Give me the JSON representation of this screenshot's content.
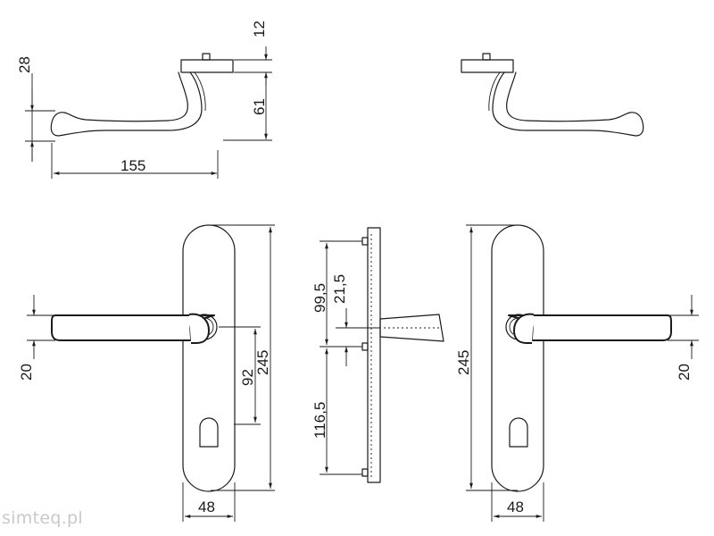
{
  "dimensions": {
    "top_left_height": "28",
    "top_width": "155",
    "rose_thickness": "12",
    "lever_height": "61",
    "plate_left_lever_offset": "20",
    "plate_spacing": "92",
    "plate_height_front": "245",
    "plate_width_front": "48",
    "side_upper": "99,5",
    "side_upper_small": "21,5",
    "side_lower": "116,5",
    "plate_height_back": "245",
    "plate_width_back": "48",
    "plate_right_lever_offset": "20"
  },
  "watermark": "simteq.pl"
}
